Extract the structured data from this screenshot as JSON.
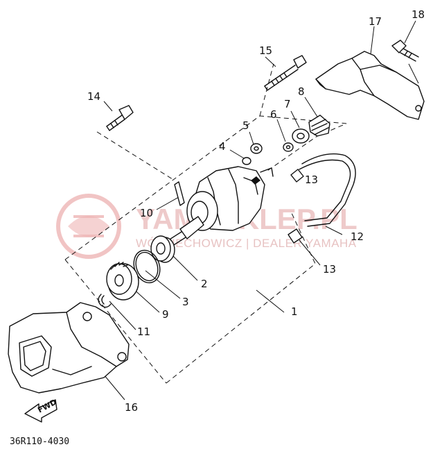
{
  "diagram": {
    "code": "36R110-4030",
    "fwd_label": "FWD",
    "callouts": [
      "1",
      "2",
      "3",
      "4",
      "5",
      "6",
      "7",
      "8",
      "9",
      "10",
      "11",
      "12",
      "13",
      "13",
      "14",
      "15",
      "16",
      "17",
      "18"
    ]
  },
  "watermark": {
    "name": "YAMASKLEP.PL",
    "subtitle": "WÓJCIECHOWICZ | DEALER YAMAHA",
    "color": "#e57373"
  }
}
